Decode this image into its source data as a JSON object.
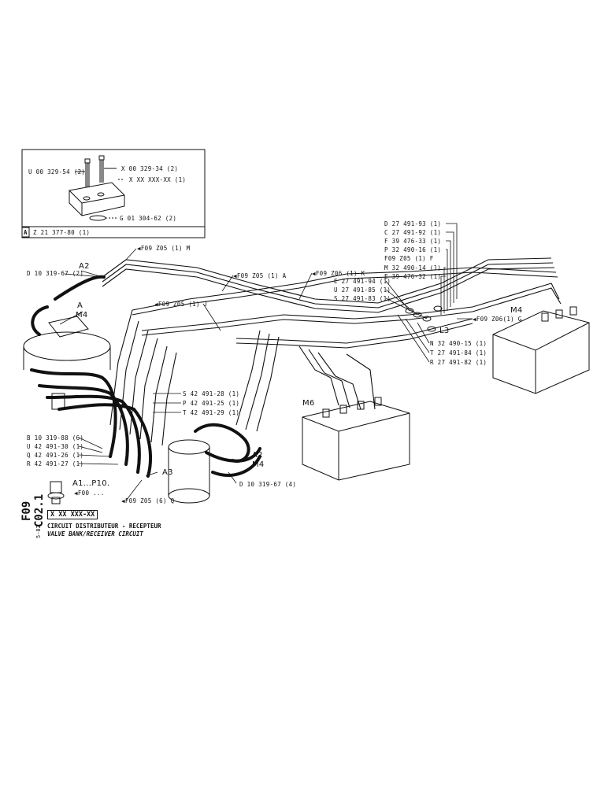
{
  "sheet": {
    "code": "F09 C02.1",
    "date_code": "5-82",
    "part_no": "X XX XXX-XX",
    "title_fr": "CIRCUIT DISTRIBUTEUR - RECEPTEUR",
    "title_en": "VALVE BANK/RECEIVER CIRCUIT"
  },
  "inset": {
    "ref_letter": "A",
    "ref_part": "Z 21 377-80 (1)",
    "labels": {
      "u_screw": "U 00 329-54 (2)",
      "x_screw": "X 00 329-34 (2)",
      "block": "X XX XXX-XX (1)",
      "oring": "G 01 304-62 (2)"
    }
  },
  "callouts": {
    "a2_left": "A2",
    "a_left": "A",
    "m4_left": "M4",
    "a3": "A3",
    "a2_mid": "A2",
    "m4_mid": "M4",
    "m6": "M6",
    "m4_right": "M4",
    "l3": "L3",
    "a1p10": "A1...P10.",
    "f00": "◀F00 ..."
  },
  "refs": {
    "f09m": "◀F09 Z05 (1) M",
    "f09a": "◀F09 Z05 (1) A",
    "f09j": "◀F09 Z05 (1) J",
    "f09k": "◀F09 Z06 (1) K",
    "f09f": "F09 Z05 (1) F",
    "f09g": "◀F09 Z06(1) G",
    "f09q": "◀F09 Z05 (6) Q"
  },
  "parts": {
    "d10319_67_2": "D 10 319-67 (2)",
    "s42491_28": "S 42 491-28 (1)",
    "p42491_25": "P 42 491-25 (1)",
    "t42491_29": "T 42 491-29 (1)",
    "b10319_88": "B 10 319-88 (6)",
    "u42491_30": "U 42 491-30 (1)",
    "q42491_26": "Q 42 491-26 (1)",
    "r42491_27": "R 42 491-27 (1)",
    "d10319_67_4": "D 10 319-67 (4)",
    "d27491_93": "D 27 491-93 (1)",
    "c27491_92": "C 27 491-92 (1)",
    "f39476_33": "F 39 476-33 (1)",
    "p32490_16": "P 32 490-16 (1)",
    "m32490_14": "M 32 490-14 (1)",
    "e39476_32": "E 39 476-32 (1)",
    "e27491_94": "E 27 491-94 (1)",
    "u27491_85": "U 27 491-85 (1)",
    "s27491_83": "S 27 491-83 (1)",
    "n32490_15": "N 32 490-15 (1)",
    "t27491_84": "T 27 491-84 (1)",
    "r27491_82": "R 27 491-82 (1)"
  }
}
